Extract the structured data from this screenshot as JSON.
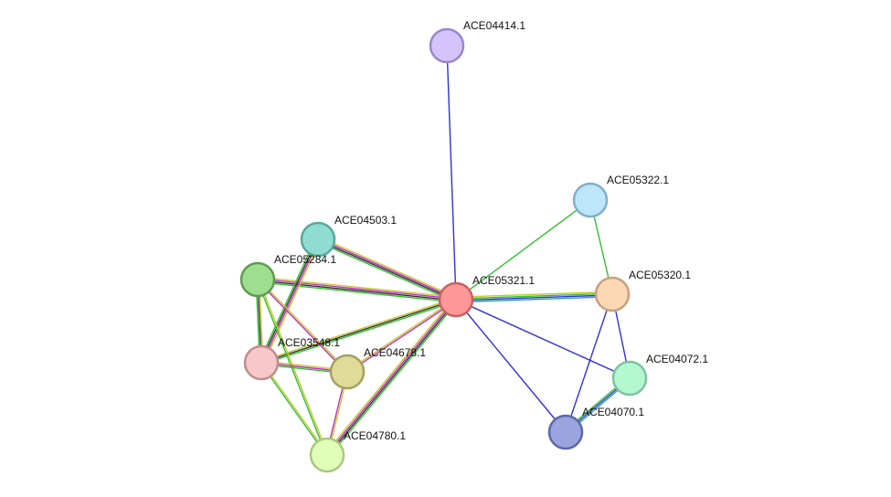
{
  "nodes": [
    {
      "id": "ACE04414.1",
      "label": "ACE04414.1",
      "fill": "#d4c4fc",
      "stroke": "#9a86cc"
    },
    {
      "id": "ACE05322.1",
      "label": "ACE05322.1",
      "fill": "#bde6fb",
      "stroke": "#82aecb"
    },
    {
      "id": "ACE04503.1",
      "label": "ACE04503.1",
      "fill": "#8fddd2",
      "stroke": "#58a89c"
    },
    {
      "id": "ACE05284.1",
      "label": "ACE05284.1",
      "fill": "#9ce08f",
      "stroke": "#5f9b52"
    },
    {
      "id": "ACE05321.1",
      "label": "ACE05321.1",
      "fill": "#fe9797",
      "stroke": "#c86060"
    },
    {
      "id": "ACE05320.1",
      "label": "ACE05320.1",
      "fill": "#fcd8b4",
      "stroke": "#c8a07c"
    },
    {
      "id": "ACE03548.1",
      "label": "ACE03548.1",
      "fill": "#f8c8c8",
      "stroke": "#c08c8c"
    },
    {
      "id": "ACE04678.1",
      "label": "ACE04678.1",
      "fill": "#dedc98",
      "stroke": "#a4a060"
    },
    {
      "id": "ACE04072.1",
      "label": "ACE04072.1",
      "fill": "#b4f8d0",
      "stroke": "#7cc49c"
    },
    {
      "id": "ACE04070.1",
      "label": "ACE04070.1",
      "fill": "#9aa4de",
      "stroke": "#5e68a8"
    },
    {
      "id": "ACE04780.1",
      "label": "ACE04780.1",
      "fill": "#e0feb8",
      "stroke": "#a8c880"
    }
  ],
  "edges": [
    {
      "source": "ACE04414.1",
      "target": "ACE05321.1",
      "colors": [
        "#3030e0"
      ]
    },
    {
      "source": "ACE05322.1",
      "target": "ACE05321.1",
      "colors": [
        "#30c030"
      ]
    },
    {
      "source": "ACE05322.1",
      "target": "ACE05320.1",
      "colors": [
        "#30c030"
      ]
    },
    {
      "source": "ACE05321.1",
      "target": "ACE05320.1",
      "colors": [
        "#c8c830",
        "#30c030",
        "#3030e0",
        "#30a0a0"
      ]
    },
    {
      "source": "ACE05321.1",
      "target": "ACE04070.1",
      "colors": [
        "#3030e0"
      ]
    },
    {
      "source": "ACE05321.1",
      "target": "ACE04072.1",
      "colors": [
        "#3030e0"
      ]
    },
    {
      "source": "ACE05320.1",
      "target": "ACE04070.1",
      "colors": [
        "#3030e0"
      ]
    },
    {
      "source": "ACE05320.1",
      "target": "ACE04072.1",
      "colors": [
        "#3030e0"
      ]
    },
    {
      "source": "ACE04072.1",
      "target": "ACE04070.1",
      "colors": [
        "#30a0a0",
        "#3030e0",
        "#30c030"
      ]
    },
    {
      "source": "ACE04503.1",
      "target": "ACE05321.1",
      "colors": [
        "#c8c830",
        "#c030c0",
        "#303030",
        "#30c030"
      ]
    },
    {
      "source": "ACE05284.1",
      "target": "ACE05321.1",
      "colors": [
        "#c8c830",
        "#c030c0",
        "#303030",
        "#30c030"
      ]
    },
    {
      "source": "ACE03548.1",
      "target": "ACE05321.1",
      "colors": [
        "#c8c830",
        "#303030",
        "#30c030"
      ]
    },
    {
      "source": "ACE04678.1",
      "target": "ACE05321.1",
      "colors": [
        "#c8c830",
        "#c030c0"
      ]
    },
    {
      "source": "ACE04780.1",
      "target": "ACE05321.1",
      "colors": [
        "#c8c830",
        "#c030c0",
        "#303030",
        "#30c030"
      ]
    },
    {
      "source": "ACE04503.1",
      "target": "ACE03548.1",
      "colors": [
        "#c8c830",
        "#c030c0",
        "#303030",
        "#30c030"
      ]
    },
    {
      "source": "ACE05284.1",
      "target": "ACE03548.1",
      "colors": [
        "#c8c830",
        "#303030",
        "#30c030"
      ]
    },
    {
      "source": "ACE05284.1",
      "target": "ACE04678.1",
      "colors": [
        "#c8c830",
        "#c030c0"
      ]
    },
    {
      "source": "ACE05284.1",
      "target": "ACE04780.1",
      "colors": [
        "#c8c830",
        "#30c030"
      ]
    },
    {
      "source": "ACE03548.1",
      "target": "ACE04678.1",
      "colors": [
        "#c8c830",
        "#c030c0",
        "#30c030"
      ]
    },
    {
      "source": "ACE03548.1",
      "target": "ACE04780.1",
      "colors": [
        "#c8c830",
        "#30c030"
      ]
    },
    {
      "source": "ACE04678.1",
      "target": "ACE04780.1",
      "colors": [
        "#c8c830",
        "#c030c0"
      ]
    }
  ]
}
